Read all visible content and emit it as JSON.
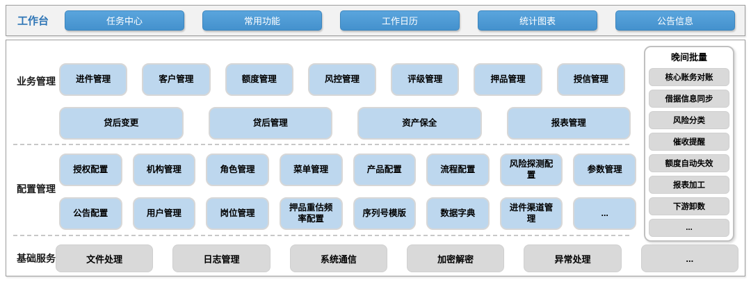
{
  "colors": {
    "accent_blue": "#4B9AD5",
    "light_blue": "#BDD7EE",
    "tile_gray": "#D9D9D9",
    "workbench_label_blue": "#2E75B6"
  },
  "workbench": {
    "label": "工作台",
    "buttons": [
      "任务中心",
      "常用功能",
      "工作日历",
      "统计图表",
      "公告信息"
    ]
  },
  "sections": {
    "business": {
      "label": "业务管理",
      "row1": [
        "进件管理",
        "客户管理",
        "额度管理",
        "风控管理",
        "评级管理",
        "押品管理",
        "授信管理"
      ],
      "row2": [
        "贷后变更",
        "贷后管理",
        "资产保全",
        "报表管理"
      ]
    },
    "config": {
      "label": "配置管理",
      "row1": [
        "授权配置",
        "机构管理",
        "角色管理",
        "菜单管理",
        "产品配置",
        "流程配置",
        "风险探测配置",
        "参数管理"
      ],
      "row2": [
        "公告配置",
        "用户管理",
        "岗位管理",
        "押品重估频率配置",
        "序列号模版",
        "数据字典",
        "进件渠道管理",
        "..."
      ]
    },
    "base": {
      "label": "基础服务",
      "items": [
        "文件处理",
        "日志管理",
        "系统通信",
        "加密解密",
        "异常处理",
        "..."
      ]
    }
  },
  "night_batch": {
    "title": "晚间批量",
    "items": [
      "核心账务对账",
      "借据信息同步",
      "风险分类",
      "催收提醒",
      "额度自动失效",
      "报表加工",
      "下游卸数",
      "..."
    ]
  }
}
